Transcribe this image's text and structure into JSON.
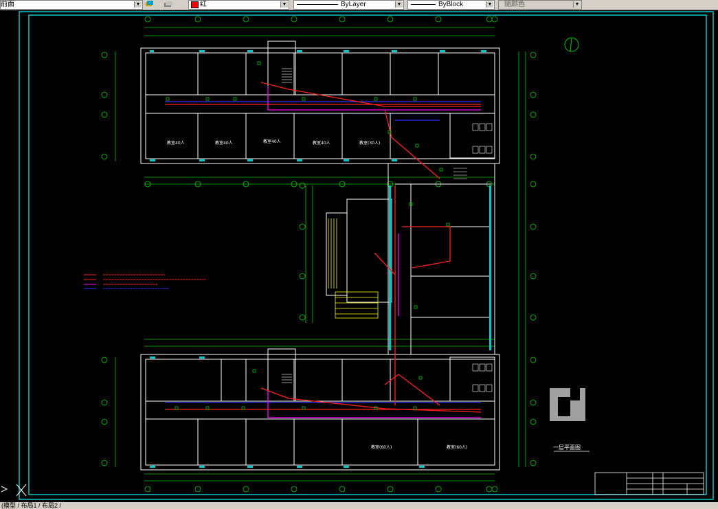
{
  "toolbar": {
    "workspace_label": "前面",
    "color_value": "红",
    "linetype_value": "ByLayer",
    "lineweight_value": "ByBlock",
    "plotstyle_value": "随颜色"
  },
  "drawing": {
    "room_labels_top": [
      "教室40人",
      "教室40人",
      "教室40人",
      "教室40人",
      "教室(30人)"
    ],
    "room_labels_bottom": [
      "教室(60人)",
      "教室(60人)"
    ],
    "legend_title": "一层平面图",
    "colors": {
      "border": "#00c8c8",
      "wall": "#ffffff",
      "axis": "#00c800",
      "power": "#ff2020",
      "data": "#ff00ff",
      "signal": "#3030ff",
      "stair": "#ffff00"
    }
  },
  "statusbar": {
    "layout_tabs": "(模型 / 布局1 / 布局2 /"
  }
}
